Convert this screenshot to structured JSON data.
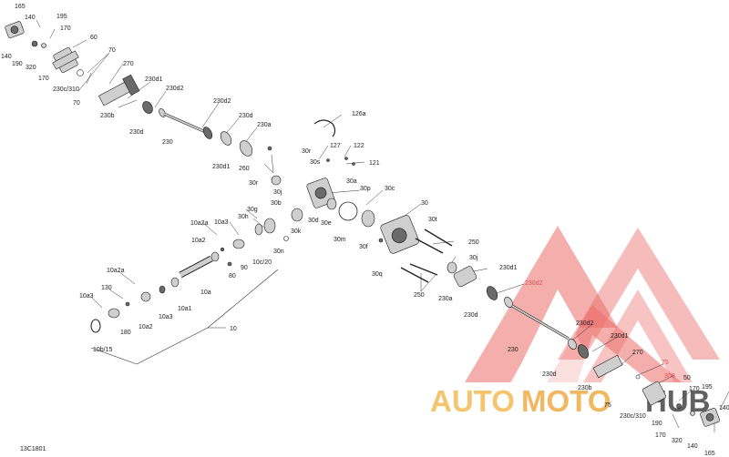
{
  "diagram_id": "13C1801",
  "watermark": {
    "brand_parts": [
      "AUTO",
      "MOTO",
      "HUB"
    ],
    "colors": {
      "auto": "#f2b64a",
      "moto": "#f0a63a",
      "hub": "#3a3a3a",
      "logo": "#e8534f"
    }
  },
  "labels": [
    "165",
    "140",
    "195",
    "170",
    "60",
    "140",
    "190",
    "320",
    "170",
    "70",
    "270",
    "230c/310",
    "70",
    "230d1",
    "230b",
    "230d2",
    "230d",
    "230d2",
    "230",
    "230d",
    "230a",
    "230d1",
    "260",
    "126a",
    "127",
    "122",
    "121",
    "30r",
    "30s",
    "30r",
    "30j",
    "30a",
    "30p",
    "30c",
    "30",
    "30e",
    "30d",
    "30b",
    "30g",
    "30h",
    "30k",
    "30m",
    "30f",
    "30t",
    "10a2a",
    "10a3",
    "10a2",
    "90",
    "80",
    "30n",
    "10c/20",
    "250",
    "30q",
    "30j",
    "230d1",
    "230d2",
    "250",
    "230a",
    "230d",
    "10a2a",
    "130",
    "10a3",
    "10a",
    "10a1",
    "180",
    "10a2",
    "10a3",
    "10b/15",
    "10",
    "230",
    "230d2",
    "230d1",
    "230d",
    "270",
    "75",
    "300",
    "230b",
    "75",
    "230c/310",
    "190",
    "170",
    "320",
    "140",
    "165",
    "50",
    "140",
    "195",
    "170"
  ]
}
